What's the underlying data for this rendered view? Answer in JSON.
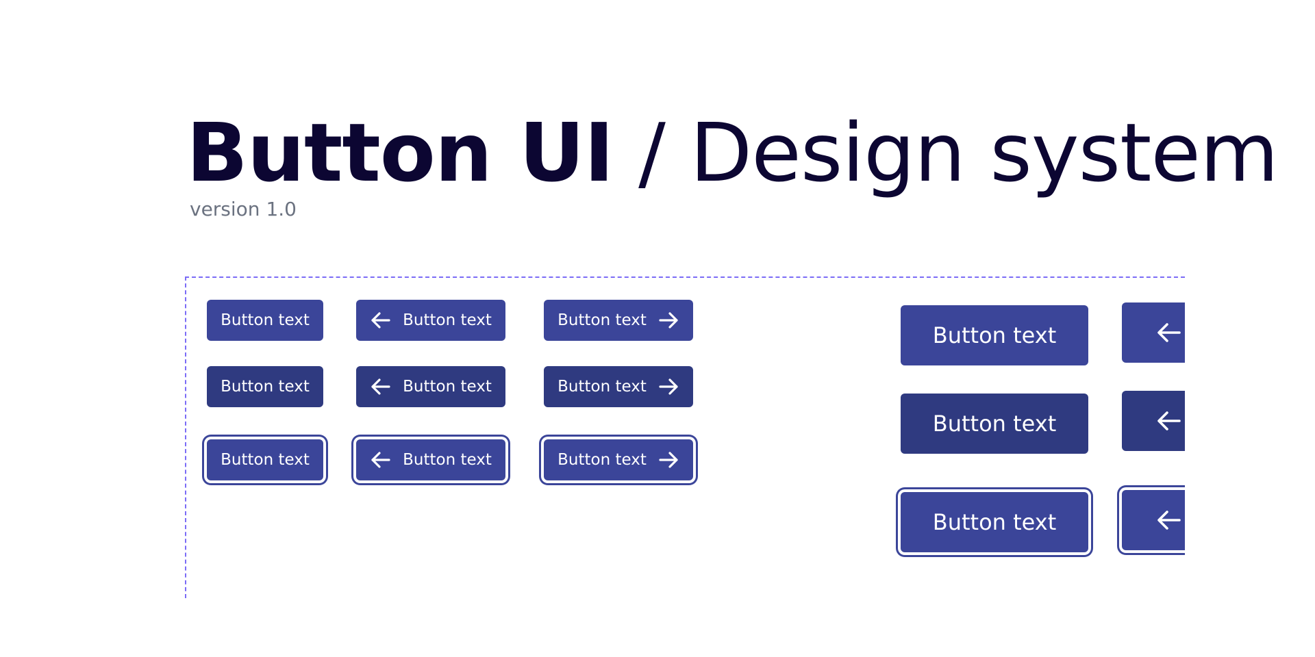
{
  "header": {
    "title_bold": "Button UI",
    "title_light": " / Design system",
    "version": "version 1.0"
  },
  "buttons": {
    "label": "Button text",
    "colors": {
      "default": "#3b4599",
      "pressed": "#2f3a80",
      "focus_ring": "#3b4599",
      "frame_border": "#7b6cf6"
    },
    "icons": {
      "left": "arrow-left-icon",
      "right": "arrow-right-icon"
    }
  }
}
